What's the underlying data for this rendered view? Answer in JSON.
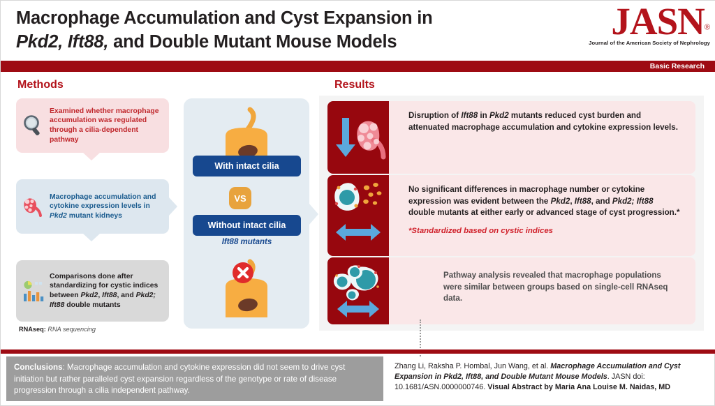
{
  "header": {
    "title_line1_a": "Macrophage Accumulation and Cyst Expansion in",
    "title_line2_a": "Pkd2, Ift88,",
    "title_line2_b": " and Double Mutant Mouse Models",
    "logo_word": "JASN",
    "logo_reg": "®",
    "logo_subtitle": "Journal of the American Society of Nephrology",
    "section_bar_label": "Basic Research",
    "brand_red": "#9e0b13",
    "logo_red": "#b3131b"
  },
  "methods": {
    "heading": "Methods",
    "boxes": [
      {
        "icon": "magnifying-glass-icon",
        "text_a": "Examined whether macrophage accumulation was regulated through a cilia-dependent pathway",
        "bg": "#f8dfe1",
        "text_color": "#c0282d"
      },
      {
        "icon": "cystic-kidney-icon",
        "text_a": "Macrophage accumulation and cytokine expression levels in ",
        "text_italic": "Pkd2",
        "text_b": " mutant kidneys",
        "bg": "#dde7ef",
        "text_color": "#1b5c8f"
      },
      {
        "icon": "bar-chart-icon",
        "text_a": "Comparisons done after standardizing for cystic indices between ",
        "text_italic_1": "Pkd2",
        "text_b": ", ",
        "text_italic_2": "Ift88",
        "text_c": ", and ",
        "text_italic_3": "Pkd2; Ift88",
        "text_d": " double mutants",
        "bg": "#d9d9d9",
        "text_color": "#231f20"
      }
    ],
    "footnote_term": "RNAseq:",
    "footnote_def": "RNA sequencing"
  },
  "comparison": {
    "pill_top": "With intact cilia",
    "vs_badge": "VS",
    "pill_bottom": "Without intact cilia",
    "mutant_label": "Ift88 mutants",
    "panel_bg": "#e4ecf2",
    "pill_color": "#17488f",
    "vs_color": "#e8a33d"
  },
  "results": {
    "heading": "Results",
    "rows": [
      {
        "icon": "down-arrow-cystic-kidney-icon",
        "text_a": "Disruption of ",
        "text_italic_1": "Ift88",
        "text_b": " in ",
        "text_italic_2": "Pkd2",
        "text_c": " mutants reduced cyst burden and attenuated macrophage accumulation and cytokine expression levels."
      },
      {
        "icon": "macrophage-cytokine-bidirectional-icon",
        "text_a": "No significant differences in macrophage number or cytokine expression was evident between the ",
        "text_italic_1": "Pkd2",
        "text_b": ", ",
        "text_italic_2": "Ift88",
        "text_c": ", and ",
        "text_italic_3": "Pkd2; Ift88",
        "text_d": " double mutants at either early or advanced stage of cyst progression.*",
        "note": "*Standardized based on cystic indices"
      },
      {
        "icon": "macrophage-population-bidirectional-icon",
        "text_a": "Pathway analysis revealed that macrophage populations were similar between groups based on single-cell RNAseq data."
      }
    ],
    "icon_tile_bg": "#97070e",
    "row_bg": "#fae7e8"
  },
  "footer": {
    "conclusions_label": "Conclusions",
    "conclusions_text": ": Macrophage accumulation and cytokine expression did not seem to drive cyst initiation but rather paralleled cyst expansion regardless of the genotype or rate of disease progression through a cilia independent pathway.",
    "citation_authors": "Zhang Li, Raksha P. Hombal, Jun Wang, et al. ",
    "citation_title": "Macrophage Accumulation and Cyst Expansion in Pkd2, Ift88, and Double Mutant Mouse Models",
    "citation_period": ". ",
    "citation_doi": "JASN doi: 10.1681/ASN.0000000746. ",
    "citation_credit": "Visual Abstract by Maria Ana Louise M. Naidas, MD",
    "conclusions_bg": "#9d9d9d"
  }
}
